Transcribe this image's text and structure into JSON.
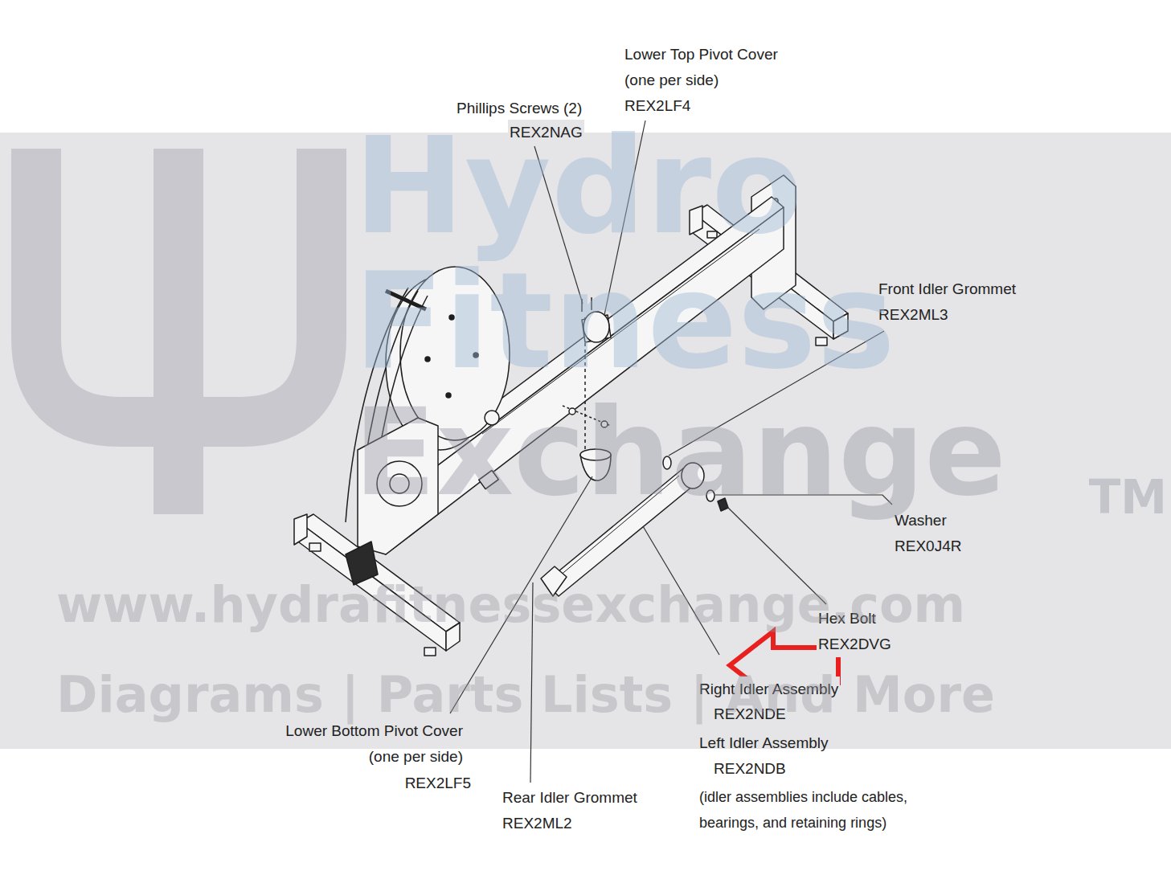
{
  "diagram": {
    "labels": [
      "Phillips Screws (2)",
      "REX2NAG",
      "Lower Top Pivot Cover (one per side)",
      "REX2LF4",
      "Front Idler Grommet",
      "REX2ML3",
      "Washer",
      "REX0J4R",
      "Hex Bolt",
      "REX2DVG",
      "Right Idler Assembly",
      "REX2NDE",
      "Left Idler Assembly",
      "REX2NDB",
      "(idler assemblies include cables, bearings, and retaining rings)",
      "Lower Bottom Pivot Cover (one per side)",
      "REX2LF5",
      "Rear Idler Grommet",
      "REX2ML2",
      "Hydro",
      "Fitness",
      "Exchange",
      "TM",
      "www.hydrafitnessexchange.com",
      "Diagrams | Parts Lists | And More"
    ]
  }
}
